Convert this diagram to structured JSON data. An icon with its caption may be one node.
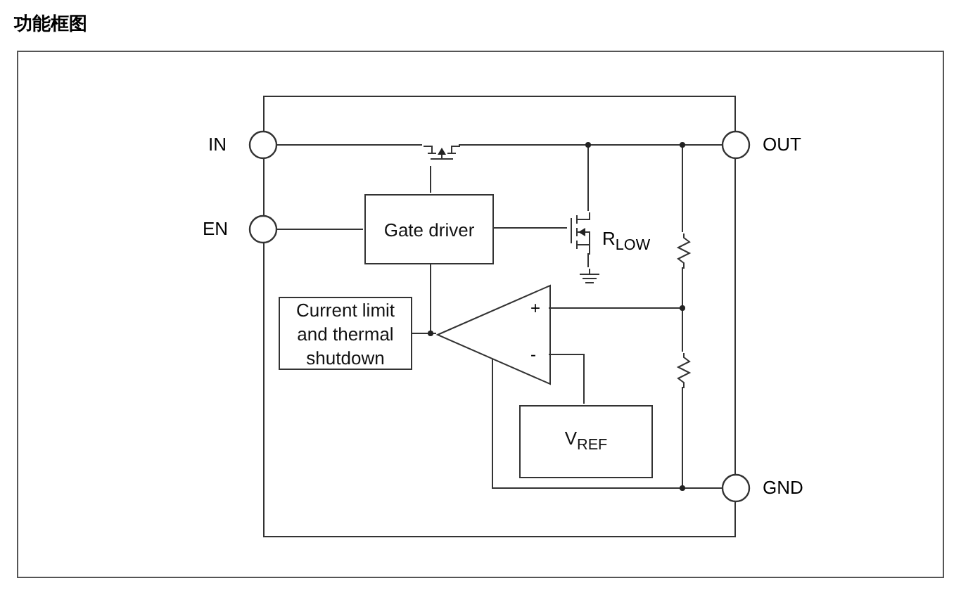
{
  "diagram": {
    "title": "功能框图",
    "nodes": [
      {
        "text": [],
        "shape": "box"
      },
      {
        "text": [],
        "shape": "circle",
        "beside": [
          "IN"
        ]
      },
      {
        "text": [],
        "shape": "circle",
        "beside": [
          "EN"
        ]
      },
      {
        "text": [],
        "shape": "circle",
        "beside": [
          "OUT"
        ]
      },
      {
        "text": [],
        "shape": "circle",
        "beside": [
          "GND"
        ]
      },
      {
        "text": [
          "Gate driver"
        ],
        "in": 0
      },
      {
        "text": [
          "Current limit and thermal shutdown"
        ],
        "in": 0
      },
      {
        "text": [
          "+",
          "-"
        ],
        "in": 0
      },
      {
        "text": [
          "V$_{REF}$"
        ],
        "in": 0
      },
      {
        "text": [],
        "shape": "transistor",
        "in": 0
      },
      {
        "text": [],
        "shape": "transistor",
        "in": 0,
        "beside": [
          "R$_{LOW}$"
        ]
      },
      {
        "text": [],
        "shape": "ground",
        "in": 0
      },
      {
        "text": [],
        "shape": "resistor",
        "in": 0
      },
      {
        "text": [],
        "shape": "resistor",
        "in": 0
      }
    ],
    "edges": [
      {
        "from": 1,
        "to": 9,
        "arrow": "none"
      },
      {
        "from": 9,
        "to": 3,
        "arrow": "none"
      },
      {
        "from": 2,
        "to": 5,
        "arrow": "none"
      },
      {
        "from": 5,
        "to": 9,
        "arrow": "none"
      },
      {
        "from": 5,
        "to": 10,
        "arrow": "none"
      },
      {
        "from": 10,
        "to": 3,
        "arrow": "none"
      },
      {
        "from": 10,
        "to": 11,
        "arrow": "none"
      },
      {
        "from": 3,
        "to": 12,
        "arrow": "none"
      },
      {
        "from": 12,
        "to": 13,
        "arrow": "none"
      },
      {
        "from": 12,
        "to": 7,
        "arrow": "none"
      },
      {
        "from": 13,
        "to": 4,
        "arrow": "none"
      },
      {
        "from": 7,
        "to": 5,
        "arrow": "none"
      },
      {
        "from": 6,
        "to": 7,
        "arrow": "none"
      },
      {
        "from": 8,
        "to": 7,
        "arrow": "none"
      },
      {
        "from": 7,
        "to": 4,
        "arrow": "none"
      }
    ]
  }
}
